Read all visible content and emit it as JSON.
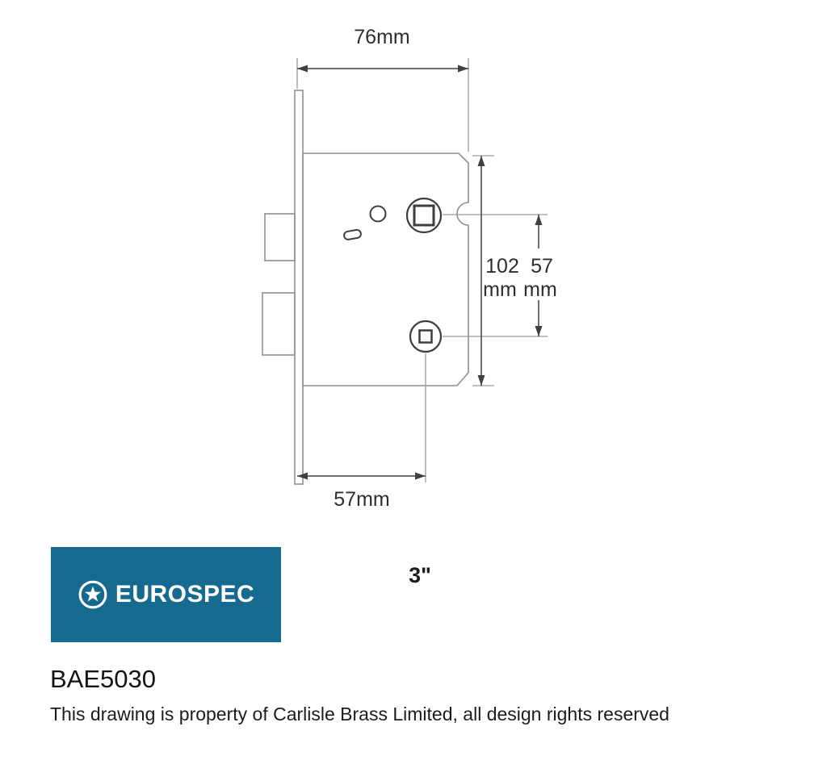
{
  "colors": {
    "brand_blue": "#176A8F",
    "drawing_line_gray": "#8f8f8f",
    "dimension_line_dark": "#404040",
    "text_dark": "#1c1c1c"
  },
  "drawing": {
    "top_width_label": "76mm",
    "case_height_value": "102",
    "case_height_unit": "mm",
    "centres_value": "57",
    "centres_unit": "mm",
    "backset_label": "57mm",
    "size_label": "3\""
  },
  "logo": {
    "brand": "EUROSPEC"
  },
  "product": {
    "code": "BAE5030"
  },
  "footer": {
    "text": "This drawing is property of Carlisle Brass Limited, all design rights reserved"
  }
}
